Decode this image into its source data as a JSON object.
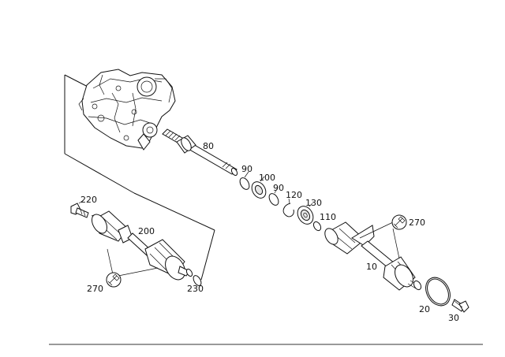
{
  "diagram": {
    "labels": {
      "p10": "10",
      "p20": "20",
      "p30": "30",
      "p80": "80",
      "p90a": "90",
      "p90b": "90",
      "p100": "100",
      "p110": "110",
      "p120": "120",
      "p130": "130",
      "p200": "200",
      "p220": "220",
      "p230": "230",
      "p270a": "270",
      "p270b": "270"
    },
    "icons": [
      "grease-tool-icon",
      "grease-tool-icon"
    ]
  }
}
